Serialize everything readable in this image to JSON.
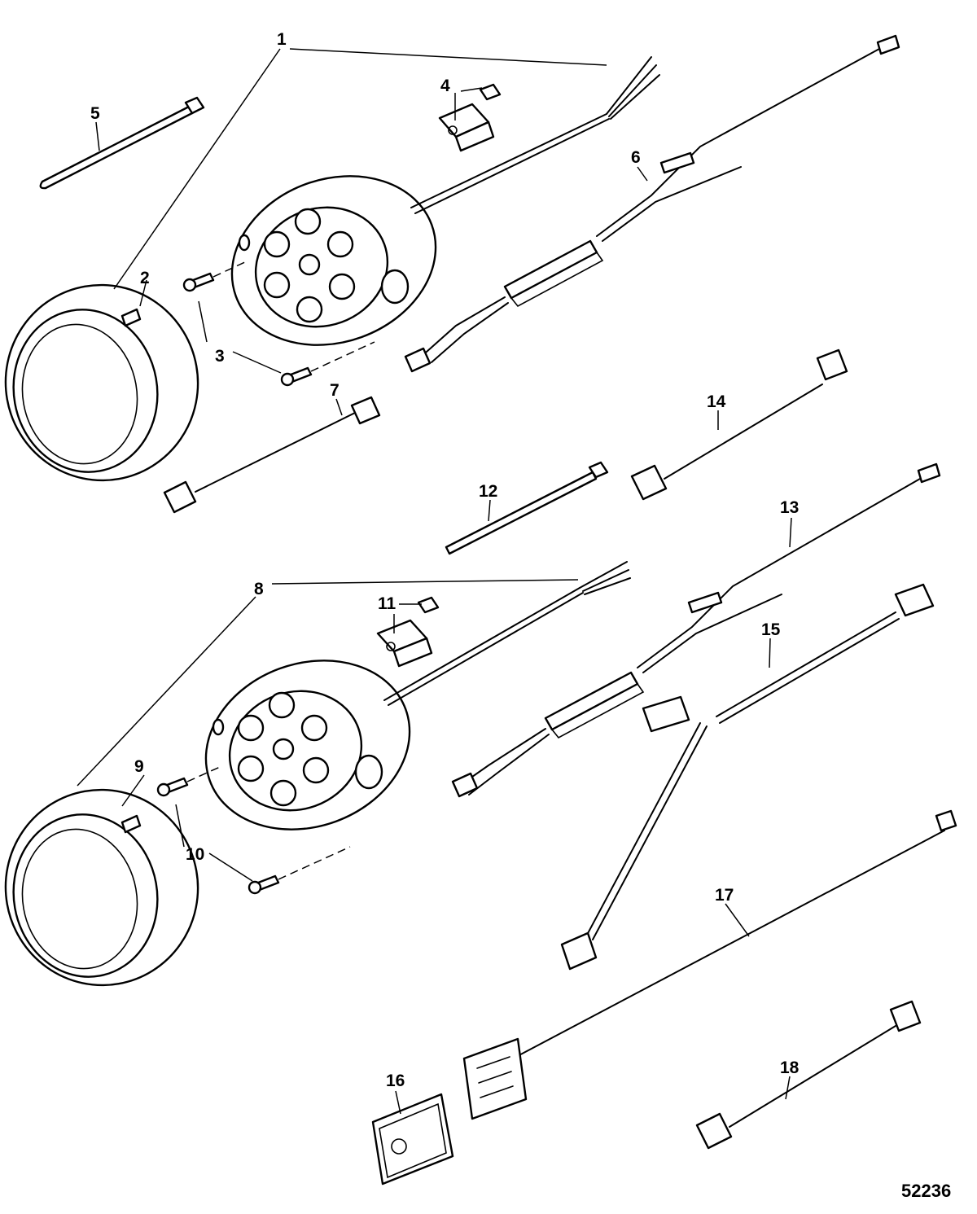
{
  "figure": {
    "id": "52236"
  },
  "callouts": [
    "1",
    "2",
    "3",
    "4",
    "5",
    "6",
    "7",
    "8",
    "9",
    "10",
    "11",
    "12",
    "13",
    "14",
    "15",
    "16",
    "17",
    "18"
  ],
  "colors": {
    "line": "#000000",
    "background": "#ffffff"
  }
}
